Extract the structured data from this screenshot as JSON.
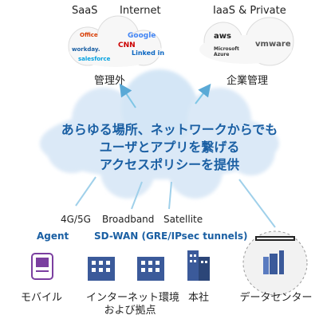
{
  "top": {
    "saas": "SaaS",
    "internet": "Internet",
    "iaas_private": "IaaS & Private",
    "unmanaged": "管理外",
    "enterprise_managed": "企業管理"
  },
  "saas_logos": [
    "Office",
    "workday.",
    "salesforce",
    "Google",
    "CNN",
    "Linked in"
  ],
  "iaas_logos": [
    "aws",
    "Microsoft Azure",
    "vmware"
  ],
  "center": {
    "line1": "あらゆる場所、ネットワークからでも",
    "line2": "ユーザとアプリを繋げる",
    "line3": "アクセスポリシーを提供"
  },
  "links": {
    "lte": "4G/5G",
    "broadband": "Broadband",
    "satellite": "Satellite",
    "agent": "Agent",
    "sdwan": "SD-WAN (GRE/IPsec tunnels)"
  },
  "sites": {
    "mobile": "モバイル",
    "remote_line1": "インターネット環境",
    "remote_line2": "および拠点",
    "hq": "本社",
    "datacenter": "データセンター"
  },
  "colors": {
    "accent_blue": "#1a5fa3",
    "mobile_purple": "#7b3fa0",
    "building_blue": "#3b5a9a",
    "cloud_blue": "#d4e6f6",
    "arrow_cyan": "#7ec6e6"
  }
}
